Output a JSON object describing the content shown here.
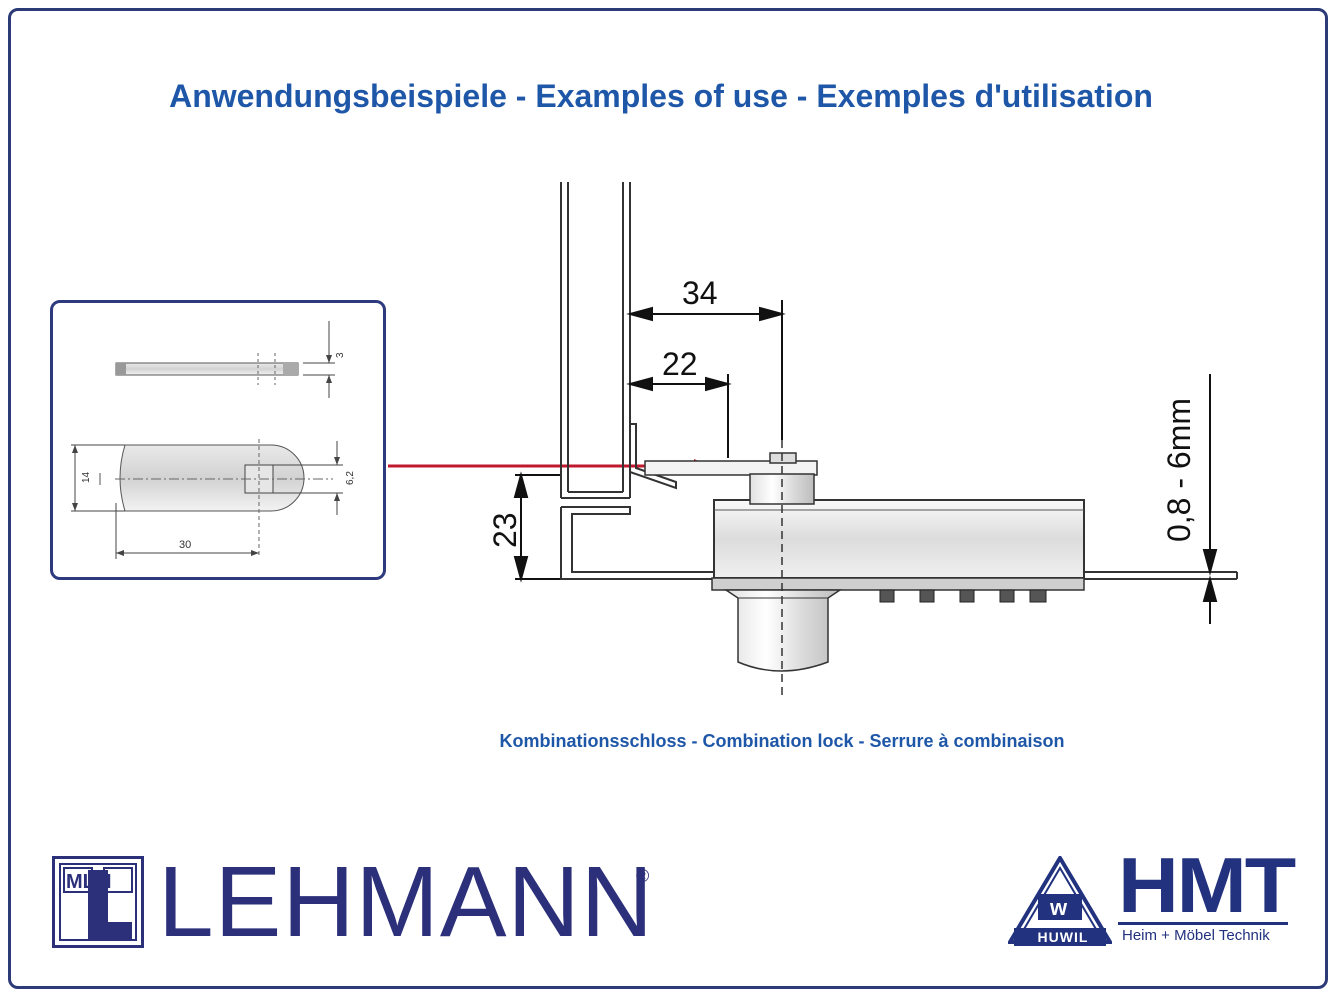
{
  "title": "Anwendungsbeispiele - Examples of use - Exemples d'utilisation",
  "caption": "Kombinationsschloss - Combination lock - Serrure à combinaison",
  "main_dimensions": {
    "offset_34": "34",
    "offset_22": "22",
    "height_23": "23",
    "thickness_range": "0,8 - 6mm"
  },
  "inset_dimensions": {
    "length_30": "30",
    "width_14": "14",
    "square_6_2": "6,2",
    "thickness_3": "3"
  },
  "logos": {
    "lehmann_name": "LEHMANN",
    "lehmann_registered": "®",
    "lehmann_monogram": "MLM",
    "hmt_name": "HMT",
    "hmt_subtitle": "Heim + Möbel Technik",
    "huwil_name": "HUWIL",
    "huwil_mark": "w"
  },
  "colors": {
    "title_blue": "#1f57a8",
    "frame_navy": "#2c3a78",
    "arrow_red": "#c0182d",
    "logo_navy": "#2c2f7a"
  }
}
